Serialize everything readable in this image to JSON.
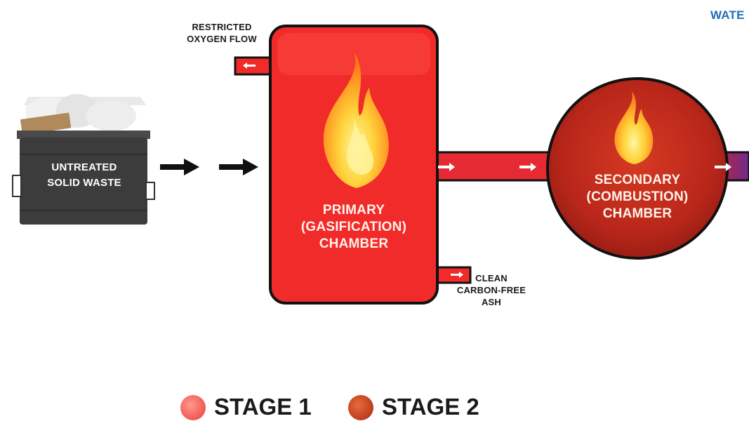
{
  "corner_text": "WATE",
  "oxygen_label": [
    "RESTRICTED",
    "OXYGEN FLOW"
  ],
  "waste_label": [
    "UNTREATED",
    "SOLID WASTE"
  ],
  "primary_label": [
    "PRIMARY",
    "(GASIFICATION)",
    "CHAMBER"
  ],
  "secondary_label": [
    "SECONDARY",
    "(COMBUSTION)",
    "CHAMBER"
  ],
  "ash_label": [
    "CLEAN",
    "CARBON-FREE",
    "ASH"
  ],
  "legend": [
    {
      "text": "STAGE 1",
      "color": "#f2464a"
    },
    {
      "text": "STAGE 2",
      "color": "#c4321c"
    }
  ],
  "colors": {
    "primary_chamber": "#f12a2a",
    "secondary_chamber": "#b8261a",
    "pipe": "#e52a33",
    "outlet": "#7d2a8c",
    "corner_text": "#1f6fb5"
  }
}
